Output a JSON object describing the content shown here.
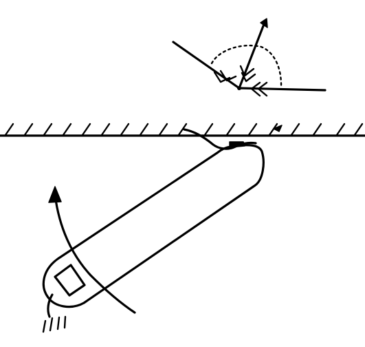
{
  "figure": {
    "ink_color": "#000000",
    "background_color": "#ffffff",
    "components": [
      "vector-diagram",
      "ceiling-surface",
      "pendulum-bar",
      "rotation-arrow",
      "drive-fixture"
    ]
  }
}
